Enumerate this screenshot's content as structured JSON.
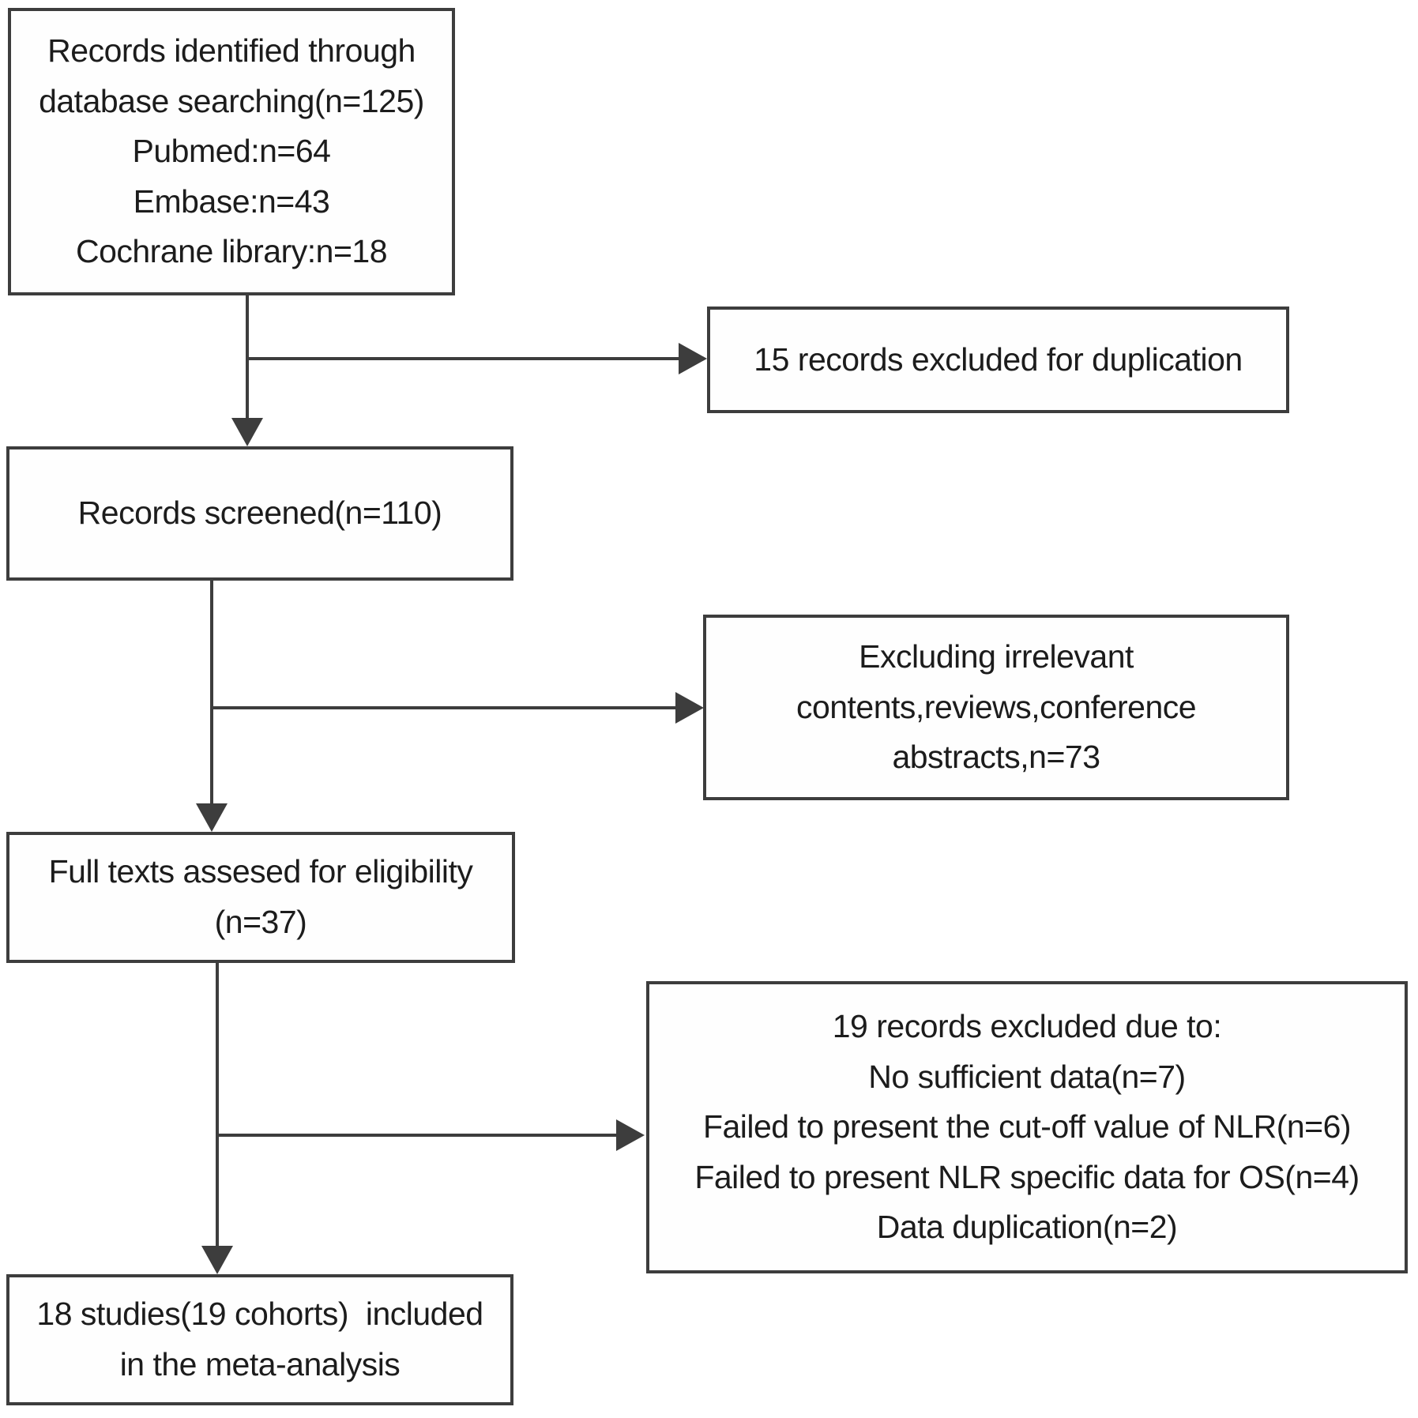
{
  "colors": {
    "background": "#ffffff",
    "border": "#3d3d3d",
    "text": "#1c1c1c"
  },
  "boxes": {
    "identified": {
      "lines": [
        "Records identified through",
        "database searching(n=125)",
        "Pubmed:n=64",
        "Embase:n=43",
        "Cochrane library:n=18"
      ]
    },
    "screened": {
      "lines": [
        "Records screened(n=110)"
      ]
    },
    "eligibility": {
      "lines": [
        "Full texts assesed for eligibility",
        "(n=37)"
      ]
    },
    "included": {
      "lines": [
        "18 studies(19 cohorts)  included",
        "in the meta-analysis"
      ]
    },
    "excluded_duplication": {
      "lines": [
        "15 records excluded for duplication"
      ]
    },
    "excluded_irrelevant": {
      "lines": [
        "Excluding irrelevant",
        "contents,reviews,conference",
        "abstracts,n=73"
      ]
    },
    "excluded_fulltext": {
      "lines": [
        "19 records excluded due to:",
        "No sufficient data(n=7)",
        "Failed to present the cut-off value of NLR(n=6)",
        "Failed to present NLR specific data for OS(n=4)",
        "Data duplication(n=2)"
      ]
    }
  }
}
